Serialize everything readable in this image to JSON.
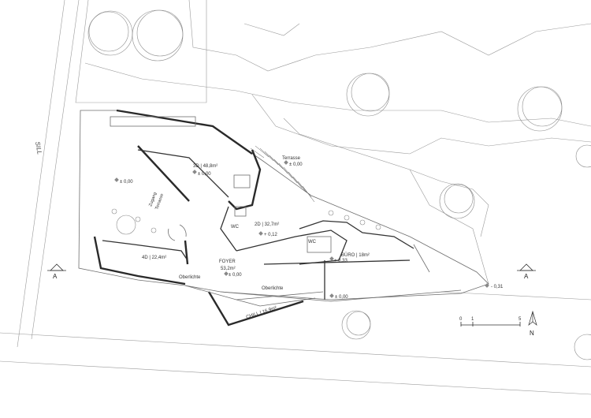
{
  "river_label": "SILL",
  "north_label": "N",
  "section_label": "A",
  "scale_ticks": [
    "0",
    "1",
    "5"
  ],
  "rooms": {
    "room_3d": "3D | 48,8m²",
    "room_3d_level": "± 0,00",
    "west_level": "± 0,00",
    "terrace": "Terrasse",
    "terrace_level": "± 0,00",
    "access_terrace_line1": "Zugang",
    "access_terrace_line2": "Terrasse",
    "wc_left": "WC",
    "room_2d": "2D | 32,7m²",
    "room_2d_level": "+ 0,12",
    "wc_right": "WC",
    "office": "BÜRO | 18m²",
    "office_level": "+ 0,33",
    "room_4d": "4D | 22,4m²",
    "foyer": "FOYER",
    "foyer_area": "53,2m²",
    "foyer_level": "± 0,00",
    "skylight_left": "Oberlichte",
    "skylight_right": "Oberlichte",
    "chill": "CHILL | 16,9m²",
    "south_level": "± 0,00",
    "east_level": "- 0,31"
  }
}
